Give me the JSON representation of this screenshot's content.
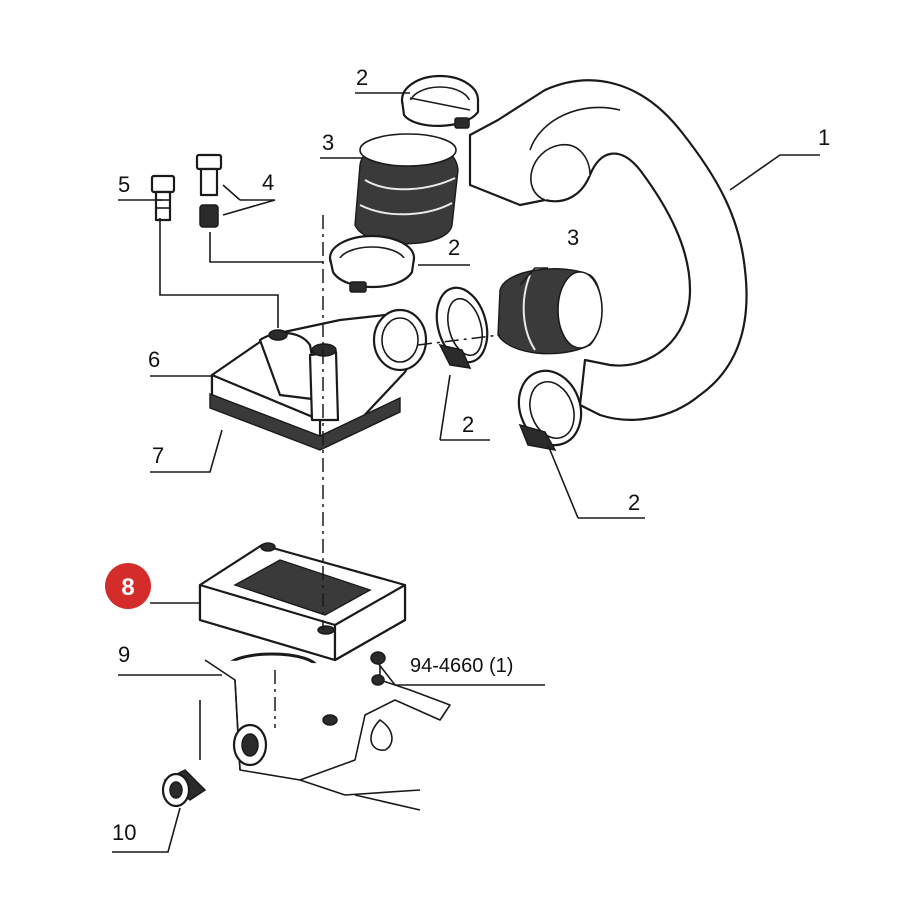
{
  "callouts": {
    "c1": "1",
    "c2a": "2",
    "c2b": "2",
    "c2c": "2",
    "c2d": "2",
    "c3a": "3",
    "c3b": "3",
    "c4": "4",
    "c5": "5",
    "c6": "6",
    "c7": "7",
    "c8": "8",
    "c9": "9",
    "c10": "10"
  },
  "reference_note": "94-4660 (1)",
  "colors": {
    "highlight_badge": "#d42b2b",
    "line": "#1a1a1a"
  }
}
